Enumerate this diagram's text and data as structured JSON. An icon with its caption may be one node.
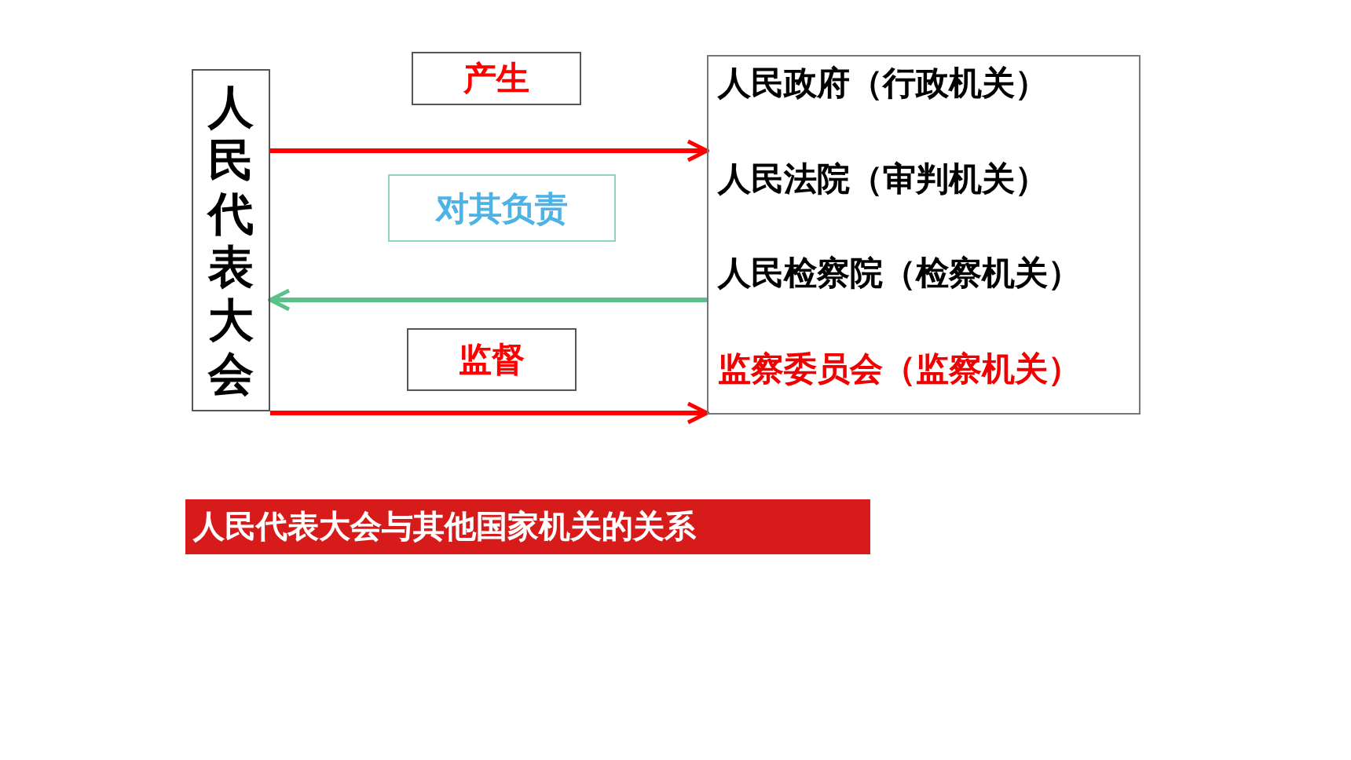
{
  "diagram": {
    "nodes": [
      {
        "text": [
          "人民代表大会"
        ]
      },
      {
        "text": [
          "人民政府（行政机关）",
          "人民法院（审判机关）",
          "人民检察院（检察机关）",
          "监察委员会（监察机关）"
        ]
      },
      {
        "text": [
          "人民代表大会与其他国家机关的关系"
        ]
      }
    ],
    "edges": [
      {
        "from": 0,
        "to": 1,
        "arrow": "to",
        "label": "产生"
      },
      {
        "from": 1,
        "to": 0,
        "arrow": "to",
        "label": "对其负责",
        "color": "#5cc08a"
      },
      {
        "from": 0,
        "to": 1,
        "arrow": "to",
        "label": "监督"
      }
    ]
  }
}
